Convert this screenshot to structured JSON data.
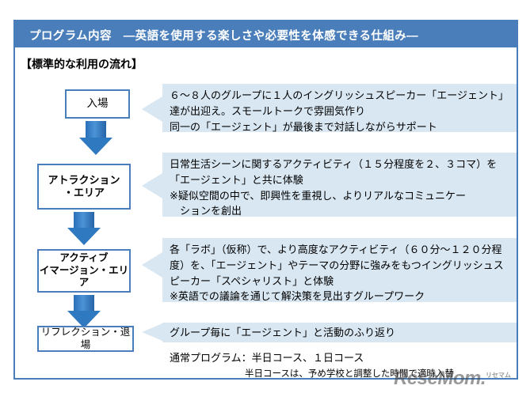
{
  "header": {
    "title": "プログラム内容　—英語を使用する楽しさや必要性を体感できる仕組み—",
    "bar_color": "#4a7ebb",
    "text_color": "#ffffff"
  },
  "section": {
    "caption": "【標準的な利用の流れ】"
  },
  "flow": {
    "arrow_color": "#2f79c0",
    "box_border_color": "#4a7ebb",
    "callout_bg": "#d9e7f2",
    "steps": [
      {
        "box_label": "入場",
        "callout": "６～８人のグループに１人のイングリッシュスピーカー「エージェント」達が出迎え。スモールトークで雰囲気作り\n同一の「エージェント」が最後まで対話しながらサポート"
      },
      {
        "box_label": "アトラクション\n・エリア",
        "callout": "日常生活シーンに関するアクティビティ（１５分程度を２、３コマ）を「エージェント」と共に体験\n※疑似空間の中で、即興性を重視し、よりリアルなコミュニケー\n　ションを創出"
      },
      {
        "box_label": "アクティブ\nイマージョン・エリア",
        "callout": "各「ラボ」（仮称）で、より高度なアクティビティ（６０分～１２０分程度）を、「エージェント」やテーマの分野に強みをもつイングリッシュスピーカー「スペシャリスト」と体験\n※英語での議論を通じて解決策を見出すグループワーク"
      },
      {
        "box_label": "リフレクション・退場",
        "callout": "グループ毎に「エージェント」と活動のふり返り"
      }
    ]
  },
  "footer": {
    "note_1": "通常プログラム：半日コース、１日コース",
    "note_2": "半日コースは、予め学校と調整した時間で適時入替"
  },
  "watermark": {
    "text": "ReseMom.",
    "ruby": "リセマム"
  }
}
